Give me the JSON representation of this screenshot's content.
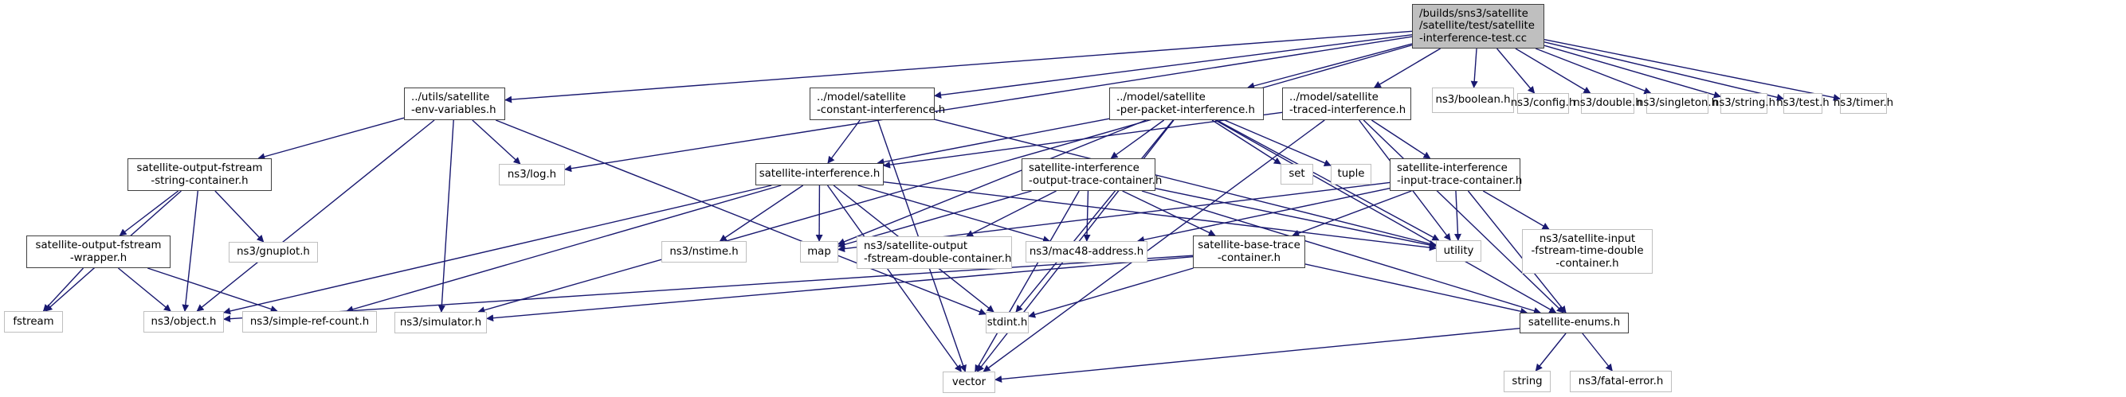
{
  "diagram": {
    "type": "include-dependency-graph",
    "edge_color": "#191970",
    "root_fill": "#bfbfbf",
    "nodes": [
      {
        "id": "root",
        "label": "/builds/sns3/satellite\n/satellite/test/satellite\n-interference-test.cc",
        "kind": "root"
      },
      {
        "id": "env",
        "label": "../utils/satellite\n-env-variables.h",
        "kind": "local"
      },
      {
        "id": "const",
        "label": "../model/satellite\n-constant-interference.h",
        "kind": "local"
      },
      {
        "id": "perpkt",
        "label": "../model/satellite\n-per-packet-interference.h",
        "kind": "local"
      },
      {
        "id": "traced",
        "label": "../model/satellite\n-traced-interference.h",
        "kind": "local"
      },
      {
        "id": "boolean",
        "label": "ns3/boolean.h",
        "kind": "ext"
      },
      {
        "id": "config",
        "label": "ns3/config.h",
        "kind": "ext"
      },
      {
        "id": "double",
        "label": "ns3/double.h",
        "kind": "ext"
      },
      {
        "id": "singleton",
        "label": "ns3/singleton.h",
        "kind": "ext"
      },
      {
        "id": "string_h",
        "label": "ns3/string.h",
        "kind": "ext"
      },
      {
        "id": "test",
        "label": "ns3/test.h",
        "kind": "ext"
      },
      {
        "id": "timer",
        "label": "ns3/timer.h",
        "kind": "ext"
      },
      {
        "id": "log",
        "label": "ns3/log.h",
        "kind": "ext"
      },
      {
        "id": "strcont",
        "label": "satellite-output-fstream\n-string-container.h",
        "kind": "local"
      },
      {
        "id": "wrapper",
        "label": "satellite-output-fstream\n-wrapper.h",
        "kind": "local"
      },
      {
        "id": "gnuplot",
        "label": "ns3/gnuplot.h",
        "kind": "ext"
      },
      {
        "id": "interf",
        "label": "satellite-interference.h",
        "kind": "local"
      },
      {
        "id": "outtrace",
        "label": "satellite-interference\n-output-trace-container.h",
        "kind": "local"
      },
      {
        "id": "set",
        "label": "set",
        "kind": "ext"
      },
      {
        "id": "tuple",
        "label": "tuple",
        "kind": "ext"
      },
      {
        "id": "intrace",
        "label": "satellite-interference\n-input-trace-container.h",
        "kind": "local"
      },
      {
        "id": "nstime",
        "label": "ns3/nstime.h",
        "kind": "ext"
      },
      {
        "id": "map",
        "label": "map",
        "kind": "ext"
      },
      {
        "id": "dblcont",
        "label": "ns3/satellite-output\n-fstream-double-container.h",
        "kind": "ext"
      },
      {
        "id": "mac48",
        "label": "ns3/mac48-address.h",
        "kind": "ext"
      },
      {
        "id": "utility",
        "label": "utility",
        "kind": "ext"
      },
      {
        "id": "timedbl",
        "label": "ns3/satellite-input\n-fstream-time-double\n-container.h",
        "kind": "ext"
      },
      {
        "id": "basetrace",
        "label": "satellite-base-trace\n-container.h",
        "kind": "local"
      },
      {
        "id": "fstream",
        "label": "fstream",
        "kind": "ext"
      },
      {
        "id": "object",
        "label": "ns3/object.h",
        "kind": "ext"
      },
      {
        "id": "simpleref",
        "label": "ns3/simple-ref-count.h",
        "kind": "ext"
      },
      {
        "id": "simulator",
        "label": "ns3/simulator.h",
        "kind": "ext"
      },
      {
        "id": "stdint",
        "label": "stdint.h",
        "kind": "ext"
      },
      {
        "id": "enums",
        "label": "satellite-enums.h",
        "kind": "local"
      },
      {
        "id": "vector",
        "label": "vector",
        "kind": "ext"
      },
      {
        "id": "string",
        "label": "string",
        "kind": "ext"
      },
      {
        "id": "fatal",
        "label": "ns3/fatal-error.h",
        "kind": "ext"
      }
    ],
    "edges": [
      [
        "root",
        "env"
      ],
      [
        "root",
        "const"
      ],
      [
        "root",
        "perpkt"
      ],
      [
        "root",
        "traced"
      ],
      [
        "root",
        "boolean"
      ],
      [
        "root",
        "config"
      ],
      [
        "root",
        "double"
      ],
      [
        "root",
        "singleton"
      ],
      [
        "root",
        "string_h"
      ],
      [
        "root",
        "test"
      ],
      [
        "root",
        "timer"
      ],
      [
        "root",
        "log"
      ],
      [
        "root",
        "simulator"
      ],
      [
        "env",
        "log"
      ],
      [
        "env",
        "strcont"
      ],
      [
        "env",
        "object"
      ],
      [
        "env",
        "simulator"
      ],
      [
        "env",
        "stdint"
      ],
      [
        "strcont",
        "wrapper"
      ],
      [
        "strcont",
        "gnuplot"
      ],
      [
        "strcont",
        "object"
      ],
      [
        "strcont",
        "fstream"
      ],
      [
        "wrapper",
        "fstream"
      ],
      [
        "wrapper",
        "object"
      ],
      [
        "wrapper",
        "simpleref"
      ],
      [
        "const",
        "interf"
      ],
      [
        "const",
        "utility"
      ],
      [
        "const",
        "vector"
      ],
      [
        "perpkt",
        "interf"
      ],
      [
        "perpkt",
        "outtrace"
      ],
      [
        "perpkt",
        "set"
      ],
      [
        "perpkt",
        "tuple"
      ],
      [
        "perpkt",
        "map"
      ],
      [
        "perpkt",
        "utility"
      ],
      [
        "perpkt",
        "stdint"
      ],
      [
        "perpkt",
        "enums"
      ],
      [
        "perpkt",
        "vector"
      ],
      [
        "traced",
        "interf"
      ],
      [
        "traced",
        "intrace"
      ],
      [
        "traced",
        "utility"
      ],
      [
        "traced",
        "enums"
      ],
      [
        "traced",
        "vector"
      ],
      [
        "interf",
        "object"
      ],
      [
        "interf",
        "simpleref"
      ],
      [
        "interf",
        "nstime"
      ],
      [
        "interf",
        "map"
      ],
      [
        "interf",
        "mac48"
      ],
      [
        "interf",
        "utility"
      ],
      [
        "interf",
        "stdint"
      ],
      [
        "interf",
        "vector"
      ],
      [
        "outtrace",
        "dblcont"
      ],
      [
        "outtrace",
        "mac48"
      ],
      [
        "outtrace",
        "map"
      ],
      [
        "outtrace",
        "basetrace"
      ],
      [
        "outtrace",
        "utility"
      ],
      [
        "outtrace",
        "enums"
      ],
      [
        "outtrace",
        "vector"
      ],
      [
        "intrace",
        "timedbl"
      ],
      [
        "intrace",
        "mac48"
      ],
      [
        "intrace",
        "map"
      ],
      [
        "intrace",
        "basetrace"
      ],
      [
        "intrace",
        "utility"
      ],
      [
        "intrace",
        "enums"
      ],
      [
        "basetrace",
        "object"
      ],
      [
        "basetrace",
        "simulator"
      ],
      [
        "basetrace",
        "stdint"
      ],
      [
        "basetrace",
        "enums"
      ],
      [
        "enums",
        "string"
      ],
      [
        "enums",
        "fatal"
      ],
      [
        "enums",
        "vector"
      ]
    ]
  }
}
